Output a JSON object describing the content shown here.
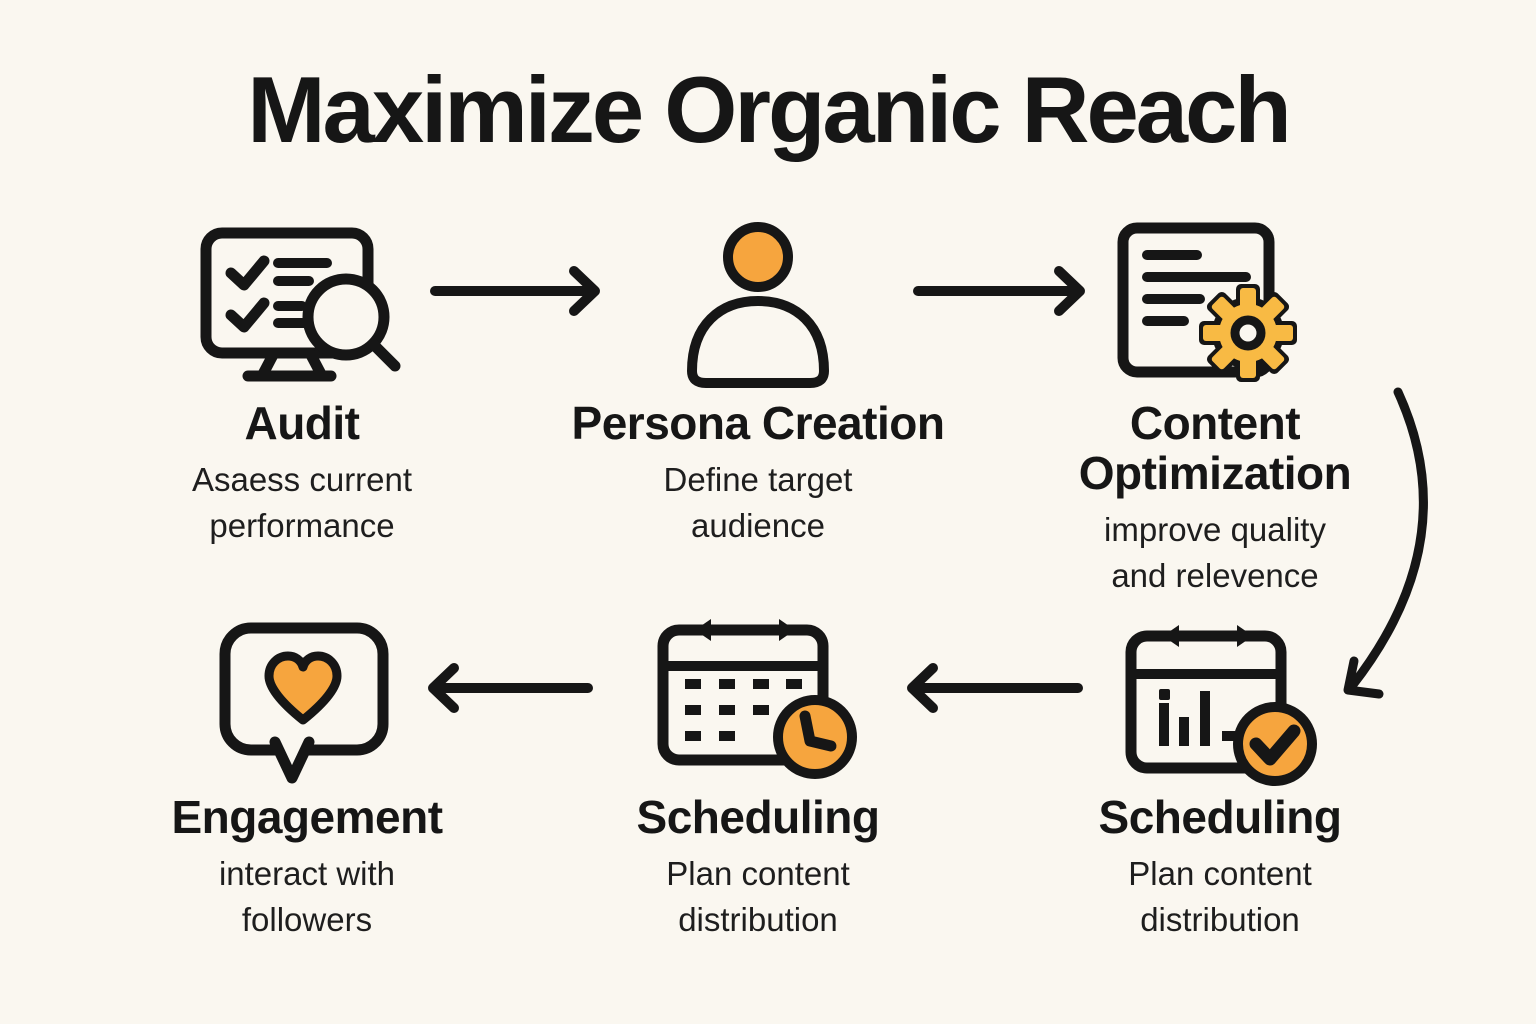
{
  "title": "Maximize Organic Reach",
  "colors": {
    "background": "#FAF7F0",
    "ink": "#161616",
    "orange": "#F6A53E",
    "gear_orange": "#F8BA44"
  },
  "steps": [
    {
      "id": "audit",
      "title": "Audit",
      "subtitle": "Asaess current\nperformance",
      "icon": "monitor-checklist-magnifier-icon"
    },
    {
      "id": "persona-creation",
      "title": "Persona Creation",
      "subtitle": "Define target\naudience",
      "icon": "person-icon"
    },
    {
      "id": "content-optimization",
      "title": "Content\nOptimization",
      "subtitle": "improve quality\nand relevence",
      "icon": "document-gear-icon"
    },
    {
      "id": "scheduling-right",
      "title": "Scheduling",
      "subtitle": "Plan content\ndistribution",
      "icon": "calendar-chart-check-icon"
    },
    {
      "id": "scheduling-middle",
      "title": "Scheduling",
      "subtitle": "Plan content\ndistribution",
      "icon": "calendar-clock-icon"
    },
    {
      "id": "engagement",
      "title": "Engagement",
      "subtitle": "interact with\nfollowers",
      "icon": "speech-bubble-heart-icon"
    }
  ],
  "arrows": [
    {
      "name": "arrow-audit-to-persona",
      "direction": "right"
    },
    {
      "name": "arrow-persona-to-content",
      "direction": "right"
    },
    {
      "name": "arrow-content-to-scheduling",
      "direction": "curved-down-left"
    },
    {
      "name": "arrow-scheduling-to-scheduling",
      "direction": "left"
    },
    {
      "name": "arrow-scheduling-to-engagement",
      "direction": "left"
    }
  ]
}
